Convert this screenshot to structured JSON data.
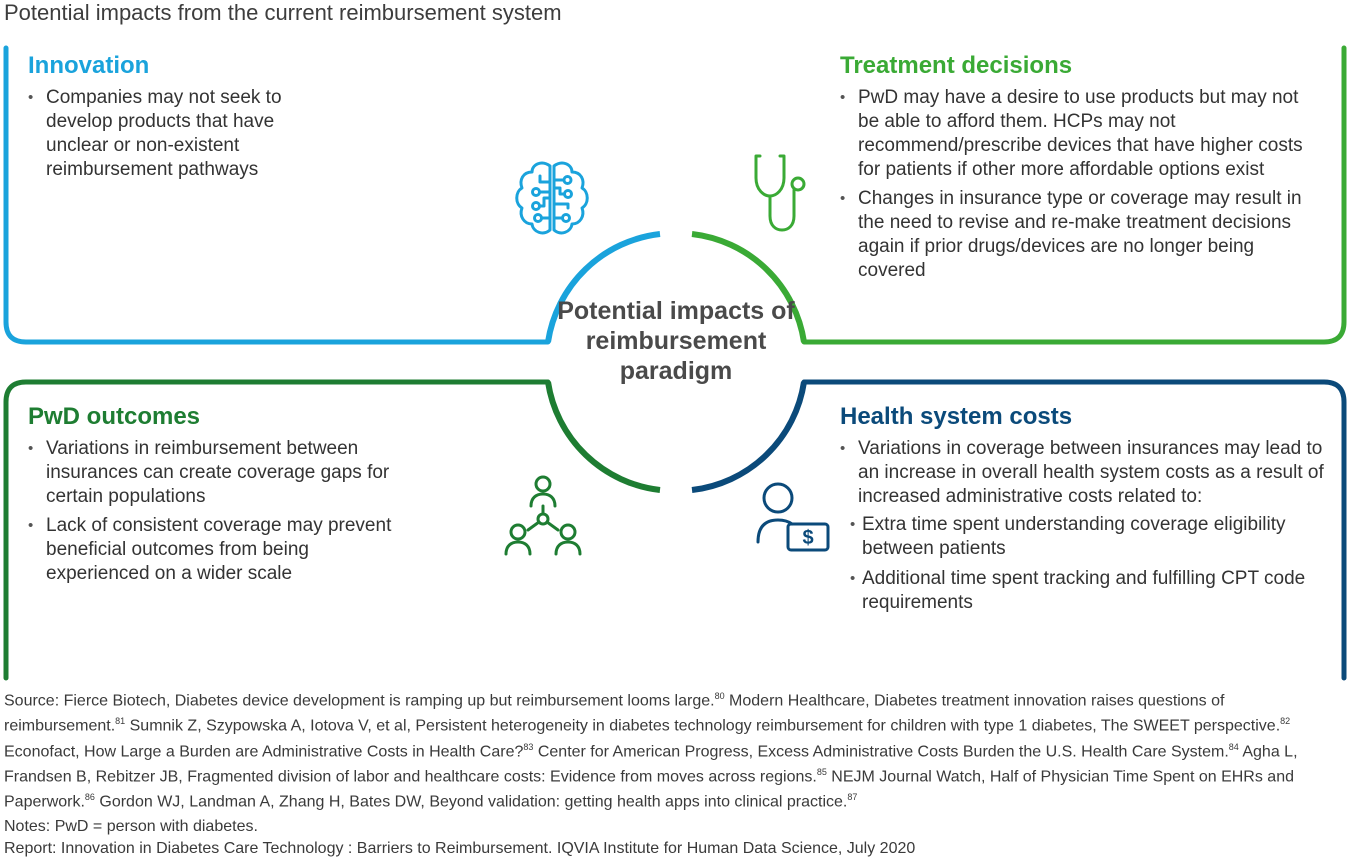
{
  "title": "Potential impacts from the current reimbursement system",
  "colors": {
    "innovation": "#1aa3dc",
    "treatment": "#3aaa35",
    "outcomes": "#1e7d32",
    "costs": "#0b4a7a"
  },
  "center_label": "Potential impacts of reimbursement paradigm",
  "quadrants": {
    "innovation": {
      "title": "Innovation",
      "icon": "brain-circuit-icon",
      "bullets": [
        "Companies may not seek to develop products that have unclear or non-existent reimbursement pathways"
      ]
    },
    "treatment": {
      "title": "Treatment decisions",
      "icon": "stethoscope-icon",
      "bullets": [
        "PwD may have a desire to use products but may not be able to afford them. HCPs may not recommend/prescribe devices that have higher costs for patients if other more affordable options exist",
        "Changes in insurance type or coverage may result in the need to revise and re-make treatment decisions again if prior drugs/devices are no longer being covered"
      ]
    },
    "outcomes": {
      "title": "PwD outcomes",
      "icon": "people-network-icon",
      "bullets": [
        "Variations in reimbursement between insurances can create coverage gaps for certain populations",
        "Lack of consistent coverage may prevent beneficial outcomes from being experienced on a wider scale"
      ]
    },
    "costs": {
      "title": "Health system costs",
      "icon": "person-dollar-icon",
      "bullets": [
        "Variations in coverage between insurances may lead to an increase in overall health system costs as a result of increased administrative costs related to:"
      ],
      "sub_bullets": [
        "Extra time spent understanding coverage eligibility between patients",
        "Additional time spent tracking and fulfilling CPT code requirements"
      ]
    }
  },
  "source": {
    "label": "Source:",
    "parts": [
      {
        "text": "Fierce Biotech, Diabetes device development is ramping up but reimbursement looms large.",
        "ref": "80"
      },
      {
        "text": " Modern Healthcare, Diabetes treatment innovation raises questions of reimbursement.",
        "ref": "81"
      },
      {
        "text": " Sumnik Z, Szypowska A, Iotova V, et al, Persistent heterogeneity in diabetes technology reimbursement for children with type 1 diabetes, The SWEET perspective.",
        "ref": "82"
      },
      {
        "text": " Econofact, How Large a Burden are Administrative Costs in Health Care?",
        "ref": "83"
      },
      {
        "text": " Center for American Progress, Excess Administrative Costs Burden the U.S. Health Care System.",
        "ref": "84"
      },
      {
        "text": " Agha L, Frandsen B, Rebitzer JB, Fragmented division of labor and healthcare costs: Evidence from moves across regions.",
        "ref": "85"
      },
      {
        "text": " NEJM Journal Watch, Half of Physician Time Spent on EHRs and Paperwork.",
        "ref": "86"
      },
      {
        "text": " Gordon WJ, Landman A, Zhang H, Bates DW, Beyond validation: getting health apps into clinical practice.",
        "ref": "87"
      }
    ]
  },
  "notes": "Notes: PwD = person with diabetes.",
  "report": "Report: Innovation in Diabetes Care Technology : Barriers to Reimbursement. IQVIA Institute for Human Data Science, July 2020"
}
